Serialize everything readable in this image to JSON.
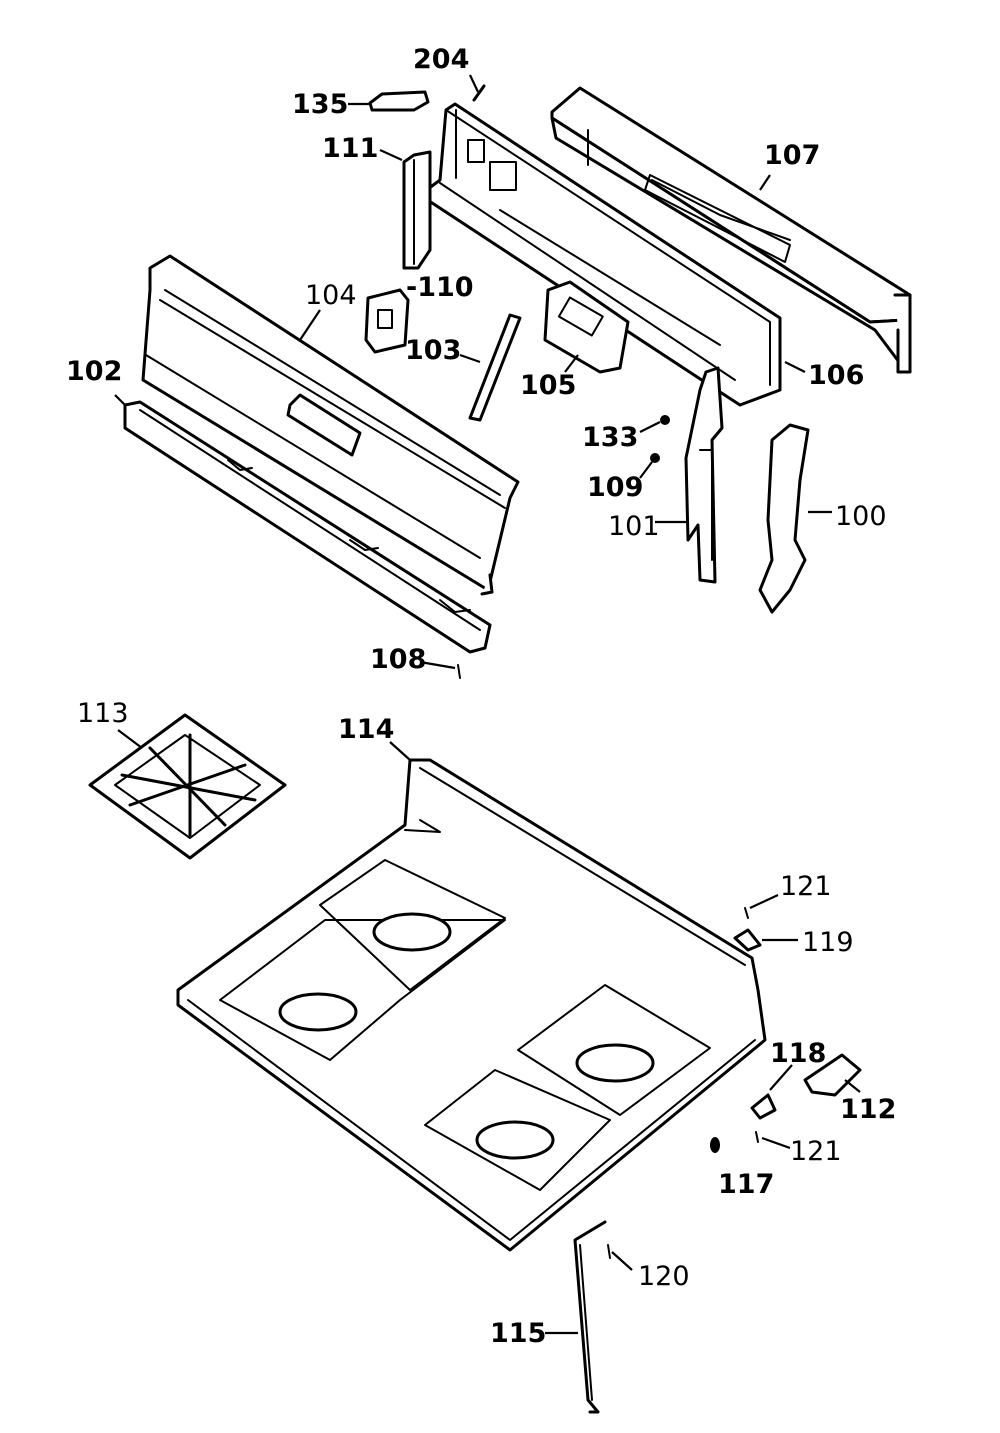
{
  "diagram": {
    "type": "exploded-parts-diagram",
    "line_color": "#000000",
    "background_color": "#ffffff",
    "callouts": {
      "p204": "204",
      "p135": "135",
      "p111": "111",
      "p107": "107",
      "p110": "-110",
      "p104": "104",
      "p103": "103",
      "p102": "102",
      "p105": "105",
      "p106": "106",
      "p133": "133",
      "p109": "109",
      "p101": "101",
      "p100": "100",
      "p108": "108",
      "p113": "113",
      "p114": "114",
      "p121a": "121",
      "p119": "119",
      "p118": "118",
      "p112": "112",
      "p121b": "121",
      "p117": "117",
      "p120": "120",
      "p115": "115"
    }
  }
}
